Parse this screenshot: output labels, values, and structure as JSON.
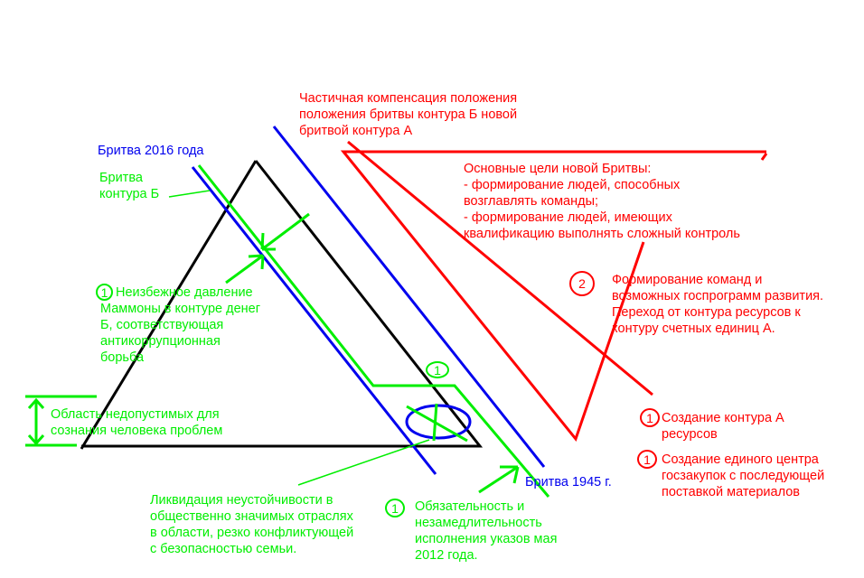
{
  "colors": {
    "red": "#ff0000",
    "green": "#00ee00",
    "blue": "#0000ee",
    "black": "#000000"
  },
  "labels": {
    "red_partial": "Частичная компенсация положения\nположения бритвы контура Б новой\nбритвой контура А",
    "red_goals": "Основные цели новой Бритвы:\n- формирование людей, способных\nвозглавлять команды;\n- формирование людей, имеющих\nквалификацию выполнять сложный контроль",
    "red_teams": "Формирование команд и\nвозможных госпрограмм развития.\nПереход от контура ресурсов к\nконтуру счетных единиц А.",
    "red_contour_a": "Создание контура А\nресурсов",
    "red_center": "Создание единого центра\nгосзакупок с последующей\nпоставкой материалов",
    "blue_2016": "Бритва 2016 года",
    "blue_1945": "Бритва 1945 г.",
    "green_contour_b": "Бритва\nконтура Б",
    "green_mammon": "Неизбежное давление\nМаммоны в контуре денег\nБ, соответствующая\nантикоррупционная\nборьба",
    "green_area": "Область недопустимых для\nсознания человека проблем",
    "green_liquidation": "Ликвидация неустойчивости в\nобщественно значимых отраслях\nв области, резко конфликтующей\nс безопасностью семьи.",
    "green_decrees": "Обязательность и\nнезамедлительность\nисполнения указов мая\n2012 года."
  },
  "markers": {
    "one": "1",
    "two": "2"
  }
}
